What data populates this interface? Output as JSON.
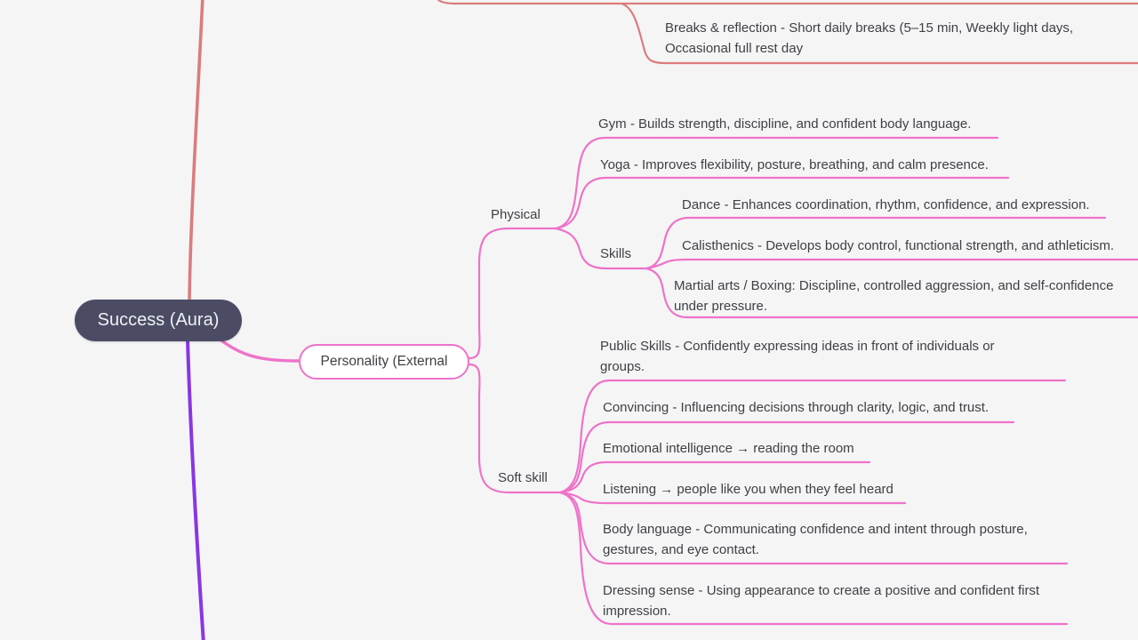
{
  "colors": {
    "background": "#f5f5f6",
    "pink_branch": "#ee73c8",
    "salmon_branch": "#db7c7c",
    "purple_branch": "#8936e5",
    "root_fill": "#4b4c64",
    "text": "#3e4044"
  },
  "mindmap": {
    "root": {
      "label": "Success (Aura)"
    },
    "top_branch": {
      "breaks": "Breaks & reflection - Short daily breaks (5–15 min, Weekly light days,\nOccasional full rest day"
    },
    "personality": {
      "label": "Personality (External",
      "physical": {
        "label": "Physical",
        "gym": "Gym - Builds strength, discipline, and confident body language.",
        "yoga": "Yoga - Improves flexibility, posture, breathing, and calm presence.",
        "skills": {
          "label": "Skills",
          "dance": "Dance - Enhances coordination, rhythm, confidence, and expression.",
          "calisthenics": "Calisthenics - Develops body control, functional strength, and athleticism.",
          "martial": "Martial arts / Boxing: Discipline, controlled aggression, and self-confidence\nunder pressure."
        }
      },
      "soft_skill": {
        "label": "Soft skill",
        "public_skills": "Public Skills - Confidently expressing ideas in front of individuals or\ngroups.",
        "convincing": "Convincing - Influencing decisions through clarity, logic, and trust.",
        "emotional": "Emotional intelligence → reading the room",
        "listening": "Listening → people like you when they feel heard",
        "body_language": "Body language - Communicating confidence and intent through posture,\ngestures, and eye contact.",
        "dressing": "Dressing sense - Using appearance to create a positive and confident first\nimpression."
      }
    }
  }
}
